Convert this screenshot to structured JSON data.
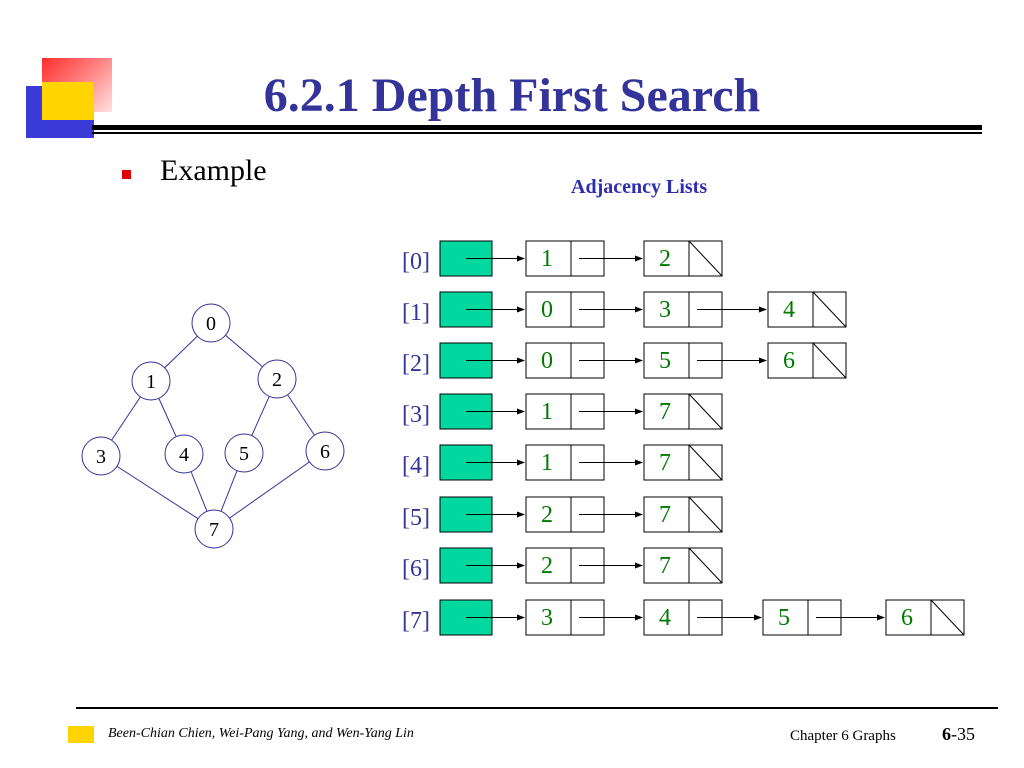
{
  "slide": {
    "title": "6.2.1 Depth First Search",
    "bullet_text": "Example",
    "adjacency_title": "Adjacency Lists"
  },
  "graph": {
    "nodes": [
      {
        "id": "0",
        "label": "0"
      },
      {
        "id": "1",
        "label": "1"
      },
      {
        "id": "2",
        "label": "2"
      },
      {
        "id": "3",
        "label": "3"
      },
      {
        "id": "4",
        "label": "4"
      },
      {
        "id": "5",
        "label": "5"
      },
      {
        "id": "6",
        "label": "6"
      },
      {
        "id": "7",
        "label": "7"
      }
    ],
    "edges": [
      [
        "0",
        "1"
      ],
      [
        "0",
        "2"
      ],
      [
        "1",
        "3"
      ],
      [
        "1",
        "4"
      ],
      [
        "2",
        "5"
      ],
      [
        "2",
        "6"
      ],
      [
        "3",
        "7"
      ],
      [
        "4",
        "7"
      ],
      [
        "5",
        "7"
      ],
      [
        "6",
        "7"
      ]
    ]
  },
  "adjacency": [
    {
      "label": "[0]",
      "list": [
        "1",
        "2"
      ]
    },
    {
      "label": "[1]",
      "list": [
        "0",
        "3",
        "4"
      ]
    },
    {
      "label": "[2]",
      "list": [
        "0",
        "5",
        "6"
      ]
    },
    {
      "label": "[3]",
      "list": [
        "1",
        "7"
      ]
    },
    {
      "label": "[4]",
      "list": [
        "1",
        "7"
      ]
    },
    {
      "label": "[5]",
      "list": [
        "2",
        "7"
      ]
    },
    {
      "label": "[6]",
      "list": [
        "2",
        "7"
      ]
    },
    {
      "label": "[7]",
      "list": [
        "3",
        "4",
        "5",
        "6"
      ]
    }
  ],
  "footer": {
    "authors": "Been-Chian Chien, Wei-Pang Yang, and Wen-Yang Lin",
    "chapter": "Chapter 6 Graphs",
    "page_bold": "6",
    "page_rest": "-35"
  },
  "colors": {
    "title": "#333399",
    "index_label": "#333399",
    "head_fill": "#00d8a0",
    "node_value": "#007a00",
    "bullet": "#e00000"
  }
}
